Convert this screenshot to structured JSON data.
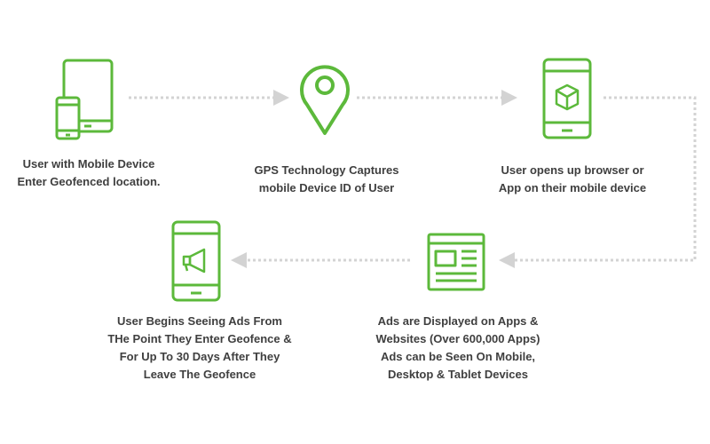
{
  "colors": {
    "icon_green": "#5cb93b",
    "connector_gray": "#d3d3d3",
    "caption_text": "#3f3f3f",
    "background": "#ffffff"
  },
  "steps": [
    {
      "icon": "tablet-and-phone-icon",
      "lines": [
        "User with Mobile Device",
        "Enter Geofenced location."
      ]
    },
    {
      "icon": "map-pin-icon",
      "lines": [
        "GPS Technology Captures",
        "mobile Device ID of User"
      ]
    },
    {
      "icon": "phone-with-cube-icon",
      "lines": [
        "User opens up browser or",
        "App on their mobile device"
      ]
    },
    {
      "icon": "web-page-icon",
      "lines": [
        "Ads are Displayed on Apps &",
        "Websites (Over 600,000 Apps)",
        "Ads can be Seen On Mobile,",
        "Desktop & Tablet Devices"
      ]
    },
    {
      "icon": "phone-with-megaphone-icon",
      "lines": [
        "User Begins Seeing Ads From",
        "THe Point They Enter Geofence &",
        "For Up To 30 Days After They",
        "Leave The Geofence"
      ]
    }
  ]
}
